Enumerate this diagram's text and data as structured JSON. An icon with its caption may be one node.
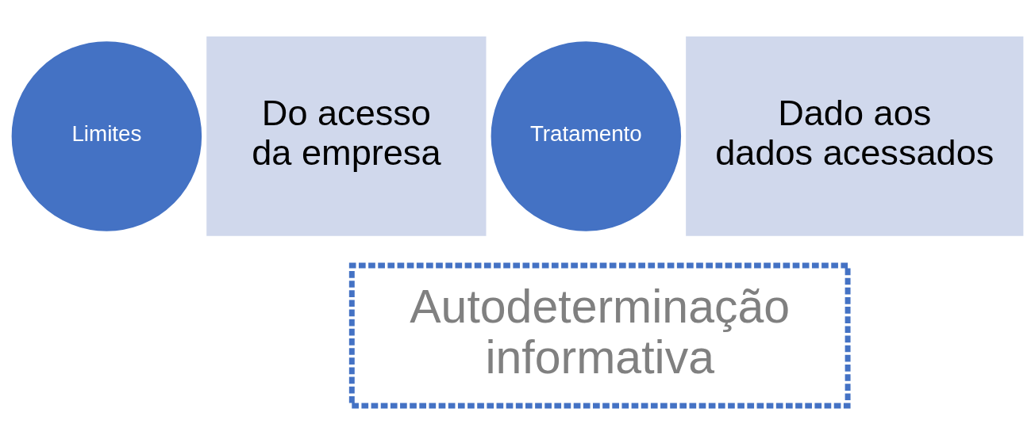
{
  "diagram": {
    "nodes": [
      {
        "text": [
          "Limites"
        ]
      },
      {
        "text": [
          "Do acesso da empresa"
        ]
      },
      {
        "text": [
          "Tratamento"
        ]
      },
      {
        "text": [
          "Dado aos dados acessados"
        ]
      },
      {
        "text": [
          "Autodeterminação informativa"
        ]
      }
    ]
  }
}
